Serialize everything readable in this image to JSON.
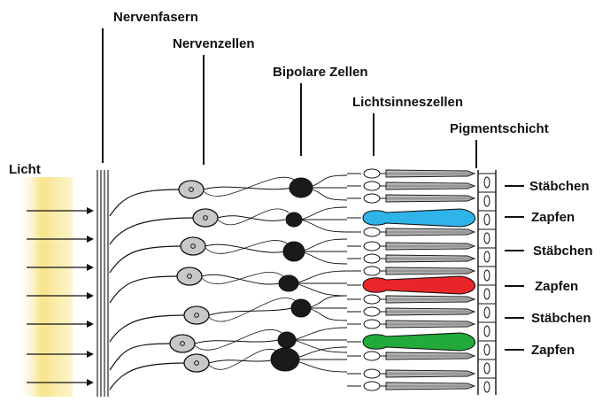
{
  "labels": {
    "light": "Licht",
    "nerve_fibers": "Nervenfasern",
    "nerve_cells": "Nervenzellen",
    "bipolar_cells": "Bipolare Zellen",
    "photoreceptor_cells": "Lichtsinneszellen",
    "pigment_layer": "Pigmentschicht",
    "right_side": [
      "Stäbchen",
      "Zapfen",
      "Stäbchen",
      "Zapfen",
      "Stäbchen",
      "Zapfen"
    ]
  },
  "colors": {
    "light_glow": "#f7e07a",
    "cone_blue": "#2fb4ea",
    "cone_red": "#e8262a",
    "cone_green": "#22aa3a",
    "rod_gray": "#9a9a9a",
    "ganglion_gray": "#c8c8c8",
    "bipolar_black": "#1a1a1a",
    "ink": "#111111"
  },
  "cone_colors_top_to_bottom": [
    "blue",
    "red",
    "green"
  ]
}
